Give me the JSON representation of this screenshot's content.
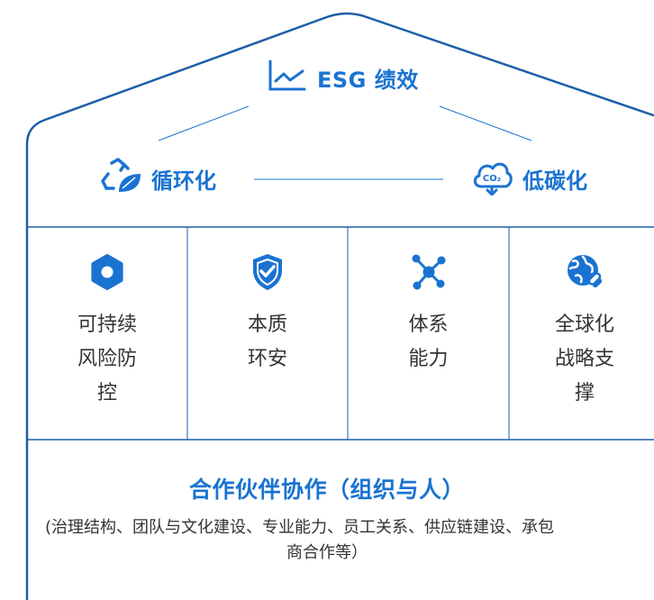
{
  "colors": {
    "brand": "#1a73d1",
    "text": "#333333",
    "outline": "#1c5ea8"
  },
  "header": {
    "title": "ESG 绩效",
    "icon": "line-chart-icon"
  },
  "pillars": [
    {
      "label": "循环化",
      "icon": "recycle-leaf-icon"
    },
    {
      "label": "低碳化",
      "icon": "co2-cloud-icon"
    }
  ],
  "capabilities": [
    {
      "label": "可持续风险防控",
      "icon": "gear-icon"
    },
    {
      "label": "本质环安",
      "icon": "shield-check-icon"
    },
    {
      "label": "体系能力",
      "icon": "network-icon"
    },
    {
      "label": "全球化战略支撑",
      "icon": "globe-link-icon"
    }
  ],
  "foundation": {
    "title": "合作伙伴协作（组织与人）",
    "description_line1": "(治理结构、团队与文化建设、专业能力、员工关系、供应链建设、承包",
    "description_line2": "商合作等）"
  }
}
